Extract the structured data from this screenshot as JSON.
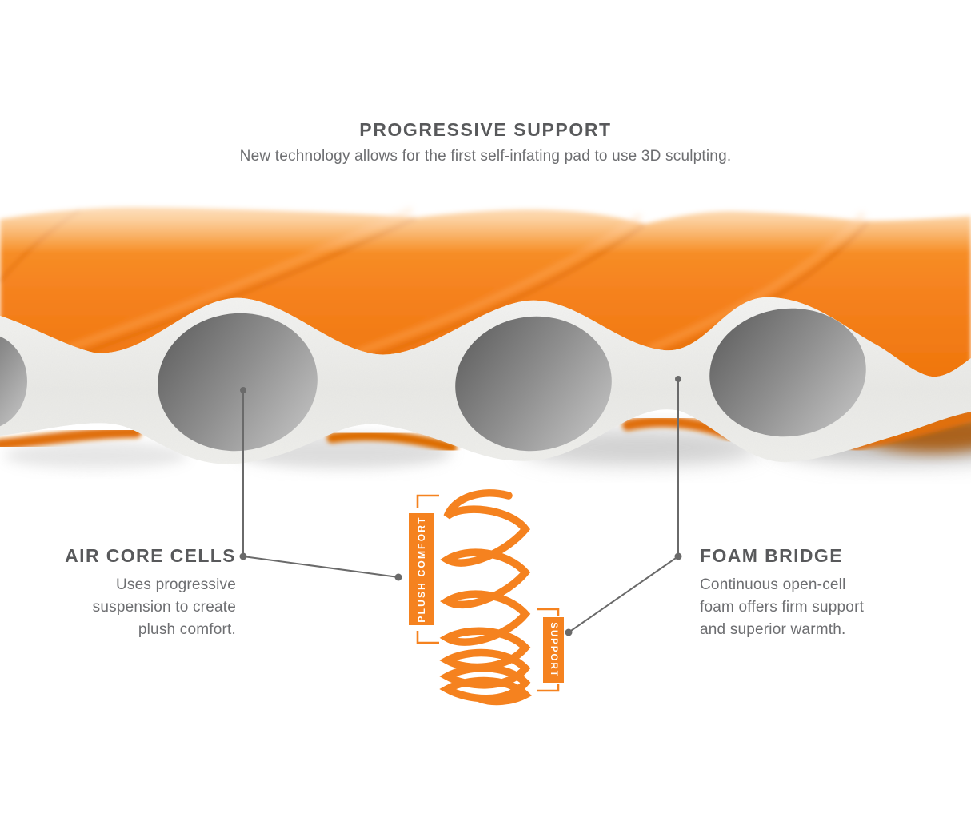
{
  "header": {
    "title": "PROGRESSIVE SUPPORT",
    "subtitle": "New technology allows for the first self-infating pad to use 3D sculpting."
  },
  "callouts": {
    "air_core_cells": {
      "heading": "AIR CORE CELLS",
      "lines": [
        "Uses progressive",
        "suspension to create",
        "plush comfort."
      ]
    },
    "foam_bridge": {
      "heading": "FOAM BRIDGE",
      "lines": [
        "Continuous open-cell",
        "foam offers firm support",
        "and superior warmth."
      ]
    }
  },
  "spring": {
    "plush_label": "PLUSH COMFORT",
    "support_label": "SUPPORT"
  },
  "colors": {
    "accent_orange": "#F5821F",
    "orange_deep": "#E06E04",
    "underside_orange": "#A65103",
    "foam_gray": "#E9E9E6",
    "hole_dark": "#5E5E5E",
    "hole_light": "#C4C4C4",
    "heading_gray": "#58595B",
    "body_gray": "#6D6E71",
    "connector_gray": "#6A6A6A",
    "background": "#FFFFFF"
  }
}
